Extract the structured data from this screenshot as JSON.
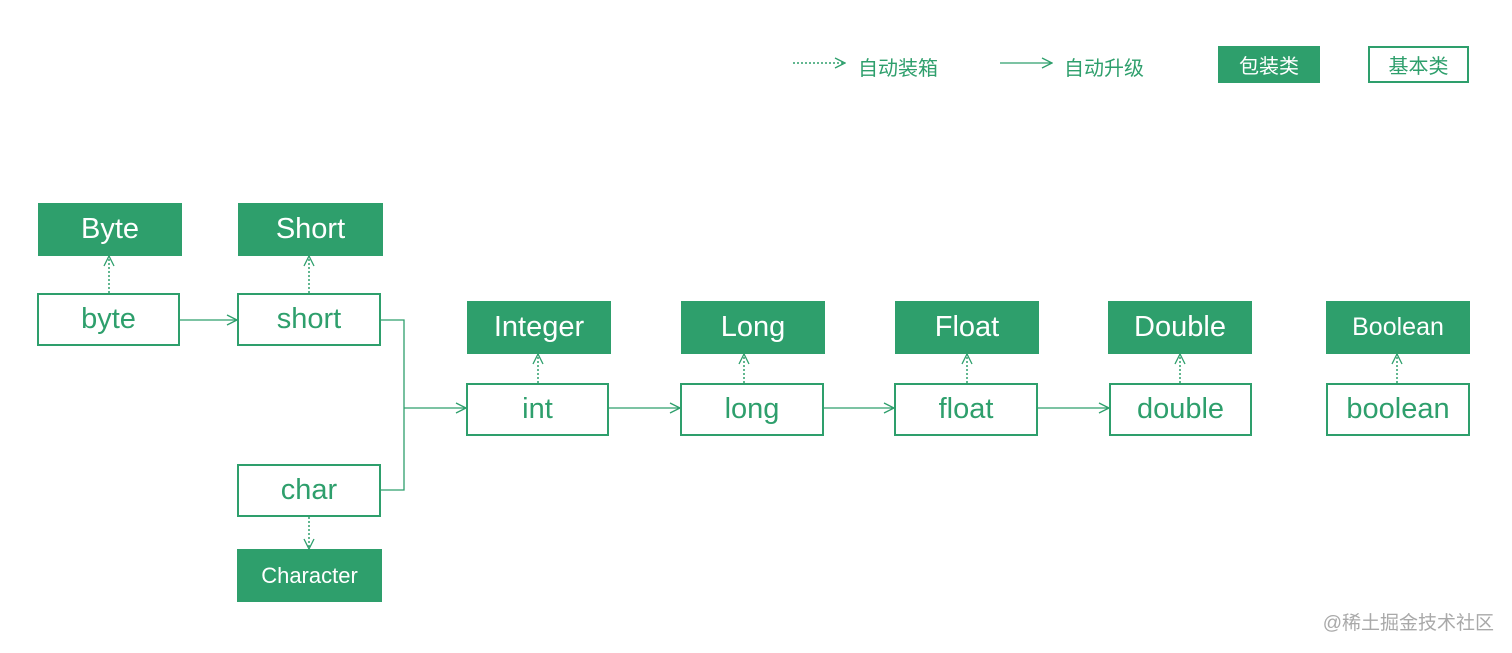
{
  "colors": {
    "accent": "#2e9f6c",
    "watermark": "#a9a9a9"
  },
  "legend": {
    "autobox_label": "自动装箱",
    "widen_label": "自动升级",
    "wrapper_label": "包装类",
    "primitive_label": "基本类"
  },
  "primitives": {
    "byte": "byte",
    "short": "short",
    "char": "char",
    "int": "int",
    "long": "long",
    "float": "float",
    "double": "double",
    "boolean": "boolean"
  },
  "wrappers": {
    "byte": "Byte",
    "short": "Short",
    "char": "Character",
    "int": "Integer",
    "long": "Long",
    "float": "Float",
    "double": "Double",
    "boolean": "Boolean"
  },
  "edges": {
    "widening": [
      [
        "byte",
        "short"
      ],
      [
        "short",
        "int"
      ],
      [
        "char",
        "int"
      ],
      [
        "int",
        "long"
      ],
      [
        "long",
        "float"
      ],
      [
        "float",
        "double"
      ]
    ],
    "autoboxing": [
      "byte",
      "short",
      "char",
      "int",
      "long",
      "float",
      "double",
      "boolean"
    ]
  },
  "watermark": "@稀土掘金技术社区"
}
